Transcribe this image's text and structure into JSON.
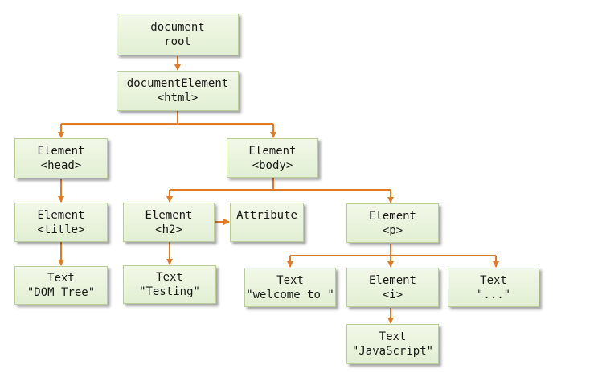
{
  "nodes": {
    "document": {
      "line1": "document",
      "line2": "root"
    },
    "html": {
      "line1": "documentElement",
      "line2": "<html>"
    },
    "head": {
      "line1": "Element",
      "line2": "<head>"
    },
    "body": {
      "line1": "Element",
      "line2": "<body>"
    },
    "title": {
      "line1": "Element",
      "line2": "<title>"
    },
    "h2": {
      "line1": "Element",
      "line2": "<h2>"
    },
    "attribute": {
      "line1": "Attribute"
    },
    "p": {
      "line1": "Element",
      "line2": "<p>"
    },
    "text_dom": {
      "line1": "Text",
      "line2": "\"DOM Tree\""
    },
    "text_testing": {
      "line1": "Text",
      "line2": "\"Testing\""
    },
    "text_welcome": {
      "line1": "Text",
      "line2": "\"welcome to \""
    },
    "i": {
      "line1": "Element",
      "line2": "<i>"
    },
    "text_ellipsis": {
      "line1": "Text",
      "line2": "\"...\""
    },
    "text_js": {
      "line1": "Text",
      "line2": "\"JavaScript\""
    }
  },
  "colors": {
    "connector": "#e07b2a",
    "node_fill_top": "#f2f8e8",
    "node_fill_bottom": "#e2efd3",
    "node_border": "#b9cf97"
  }
}
